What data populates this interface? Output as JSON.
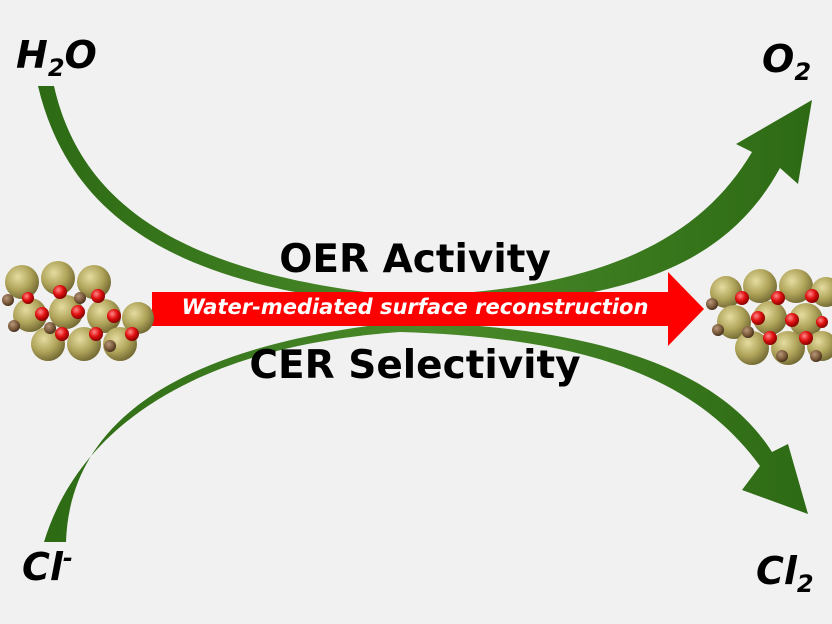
{
  "reactants": {
    "water": {
      "base": "H",
      "sub": "2",
      "tail": "O"
    },
    "chloride": {
      "base": "Cl",
      "sup": "-"
    }
  },
  "products": {
    "oxygen": {
      "base": "O",
      "sub": "2"
    },
    "chlorine": {
      "base": "Cl",
      "sub": "2"
    }
  },
  "center": {
    "top_label": "OER Activity",
    "bottom_label": "CER Selectivity",
    "banner": "Water-mediated surface reconstruction"
  },
  "colors": {
    "background": "#f1f1f1",
    "flow_arrow": "#3f7b22",
    "banner_arrow": "#ff0000",
    "atom_metal": "#b0a45a",
    "atom_oxygen": "#dd1010",
    "atom_small": "#7a5a3a"
  }
}
